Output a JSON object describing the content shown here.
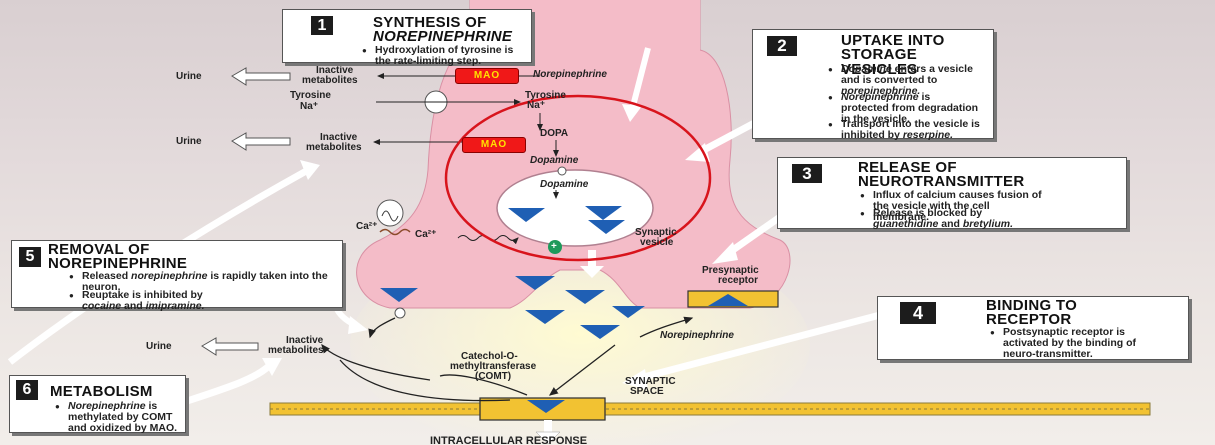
{
  "callouts": {
    "c1": {
      "num": "1",
      "title1": "SYNTHESIS OF",
      "title2": "NOREPINEPHRINE",
      "bullet1": "Hydroxylation of tyrosine is the rate-limiting step."
    },
    "c2": {
      "num": "2",
      "title1": "UPTAKE INTO",
      "title2": "STORAGE VESICLES",
      "bullet1a": "Dopamine",
      "bullet1b": " enters a vesicle and is converted to ",
      "bullet1c": "norepinephrine.",
      "bullet2a": "Norepinephrine",
      "bullet2b": " is protected from degradation in the vesicle.",
      "bullet3a": "Transport into the vesicle is inhibited by ",
      "bullet3b": "reserpine."
    },
    "c3": {
      "num": "3",
      "title1": "RELEASE OF",
      "title2": "NEUROTRANSMITTER",
      "bullet1": "Influx of calcium causes fusion of the vesicle with the cell membrane.",
      "bullet2a": "Release is blocked by ",
      "bullet2b": "guanethidine",
      "bullet2c": " and ",
      "bullet2d": "bretylium."
    },
    "c4": {
      "num": "4",
      "title1": "BINDING TO",
      "title2": "RECEPTOR",
      "bullet1": "Postsynaptic receptor is activated by the binding of neuro-transmitter."
    },
    "c5": {
      "num": "5",
      "title1": "REMOVAL OF",
      "title2": "NOREPINEPHRINE",
      "bullet1a": "Released ",
      "bullet1b": "norepinephrine",
      "bullet1c": " is rapidly taken into the neuron.",
      "bullet2a": "Reuptake is inhibited by ",
      "bullet2b": "cocaine",
      "bullet2c": " and ",
      "bullet2d": "imipramine."
    },
    "c6": {
      "num": "6",
      "title1": "METABOLISM",
      "bullet1a": "Norepinephrine",
      "bullet1b": " is methylated by COMT and oxidized by MAO."
    }
  },
  "labels": {
    "urine1": "Urine",
    "urine2": "Urine",
    "urine3": "Urine",
    "inactive1a": "Inactive",
    "inactive1b": "metabolites",
    "inactive2a": "Inactive",
    "inactive2b": "metabolites",
    "inactive3a": "Inactive",
    "inactive3b": "metabolites",
    "mao1": "MAO",
    "mao2": "MAO",
    "norepi_top": "Norepinephrine",
    "tyrosine_out": "Tyrosine",
    "na_out": "Na⁺",
    "tyrosine_in": "Tyrosine",
    "na_in": "Na⁺",
    "dopa": "DOPA",
    "dopamine1": "Dopamine",
    "dopamine2": "Dopamine",
    "ca_out": "Ca²⁺",
    "ca_in": "Ca²⁺",
    "synaptic_vesicle1": "Synaptic",
    "synaptic_vesicle2": "vesicle",
    "presyn1": "Presynaptic",
    "presyn2": "receptor",
    "norepi_cleft": "Norepinephrine",
    "comt1": "Catechol-O-",
    "comt2": "methyltransferase",
    "comt3": "(COMT)",
    "space1": "SYNAPTIC",
    "space2": "SPACE",
    "response": "INTRACELLULAR RESPONSE",
    "plus": "+"
  },
  "colors": {
    "neuron": "#f4bcc8",
    "receptor": "#f2c232",
    "nt": "#1f5fb4",
    "mao_fill": "#f01818",
    "mao_text": "#ffe100",
    "highlight_circle": "#d8141c"
  }
}
